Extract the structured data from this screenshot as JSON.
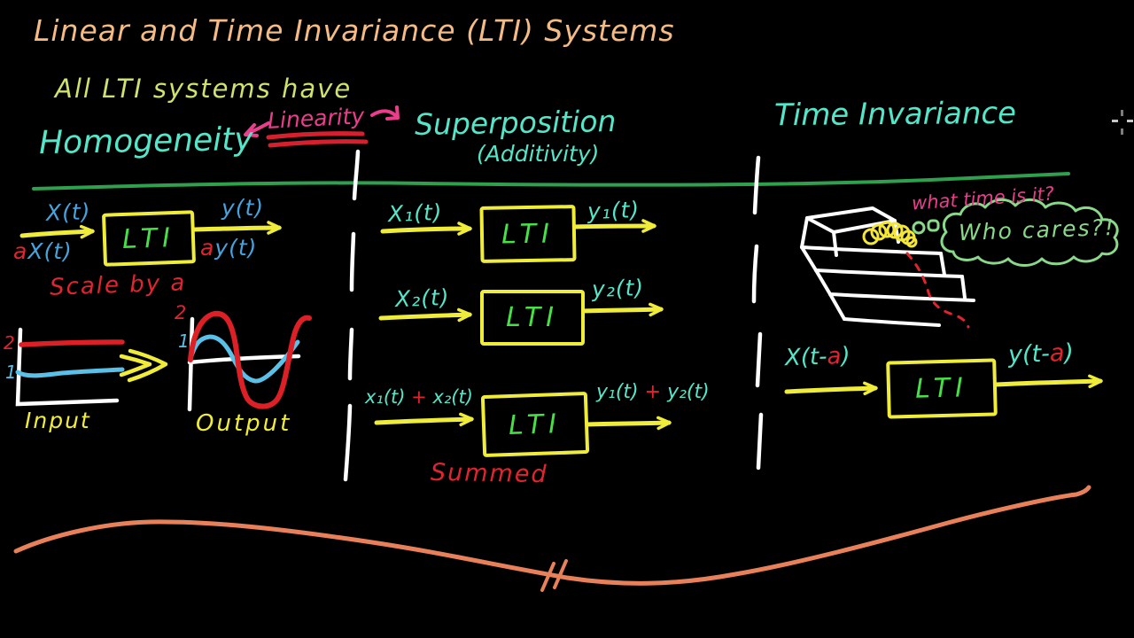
{
  "header": {
    "title": "Linear and Time Invariance (LTI) Systems",
    "subtitle": "All LTI systems have"
  },
  "colors": {
    "title_peach": "#f5bb85",
    "subtitle_lime": "#cfe26d",
    "heading_cyan": "#55e6c9",
    "signal_blue": "#47a2dd",
    "linearity_pink": "#ea3d8c",
    "annotation_red": "#e02430",
    "arrow_yellow": "#f0ec3a",
    "lti_green": "#48e048",
    "rule_green": "#2ea04e",
    "cloud_green": "#8ad88a",
    "bottom_curve_orange": "#e8815a",
    "sketch_white": "#ffffff"
  },
  "cursor_icon": "crosshair",
  "homogeneity": {
    "heading": "Homogeneity",
    "linearity": "Linearity",
    "in_top": "X(t)",
    "in_scaled_a": "a",
    "in_scaled_rest": "X(t)",
    "box": "LTI",
    "out_top": "y(t)",
    "out_scaled_a": "a",
    "out_scaled_rest": "y(t)",
    "scale_note": "Scale by a",
    "graphs": {
      "input_label": "Input",
      "output_label": "Output",
      "input_tick_top": "2",
      "input_tick_bottom": "1",
      "output_tick_top": "2",
      "output_tick_bottom": "1"
    }
  },
  "superposition": {
    "heading": "Superposition",
    "subheading": "(Additivity)",
    "row1": {
      "input": "X₁(t)",
      "box": "LTI",
      "output": "y₁(t)"
    },
    "row2": {
      "input": "X₂(t)",
      "box": "LTI",
      "output": "y₂(t)"
    },
    "row3": {
      "input_a": "x₁(t)",
      "plus_in": "+",
      "input_b": "x₂(t)",
      "box": "LTI",
      "output_a": "y₁(t)",
      "plus_out": "+",
      "output_b": "y₂(t)"
    },
    "summed_note": "Summed"
  },
  "time_invariance": {
    "heading": "Time Invariance",
    "question": "what time is it?",
    "answer": "Who cares?!",
    "in_pre": "X(t-",
    "in_a": "a",
    "in_post": ")",
    "box": "LTI",
    "out_pre": "y(t-",
    "out_a": "a",
    "out_post": ")"
  }
}
